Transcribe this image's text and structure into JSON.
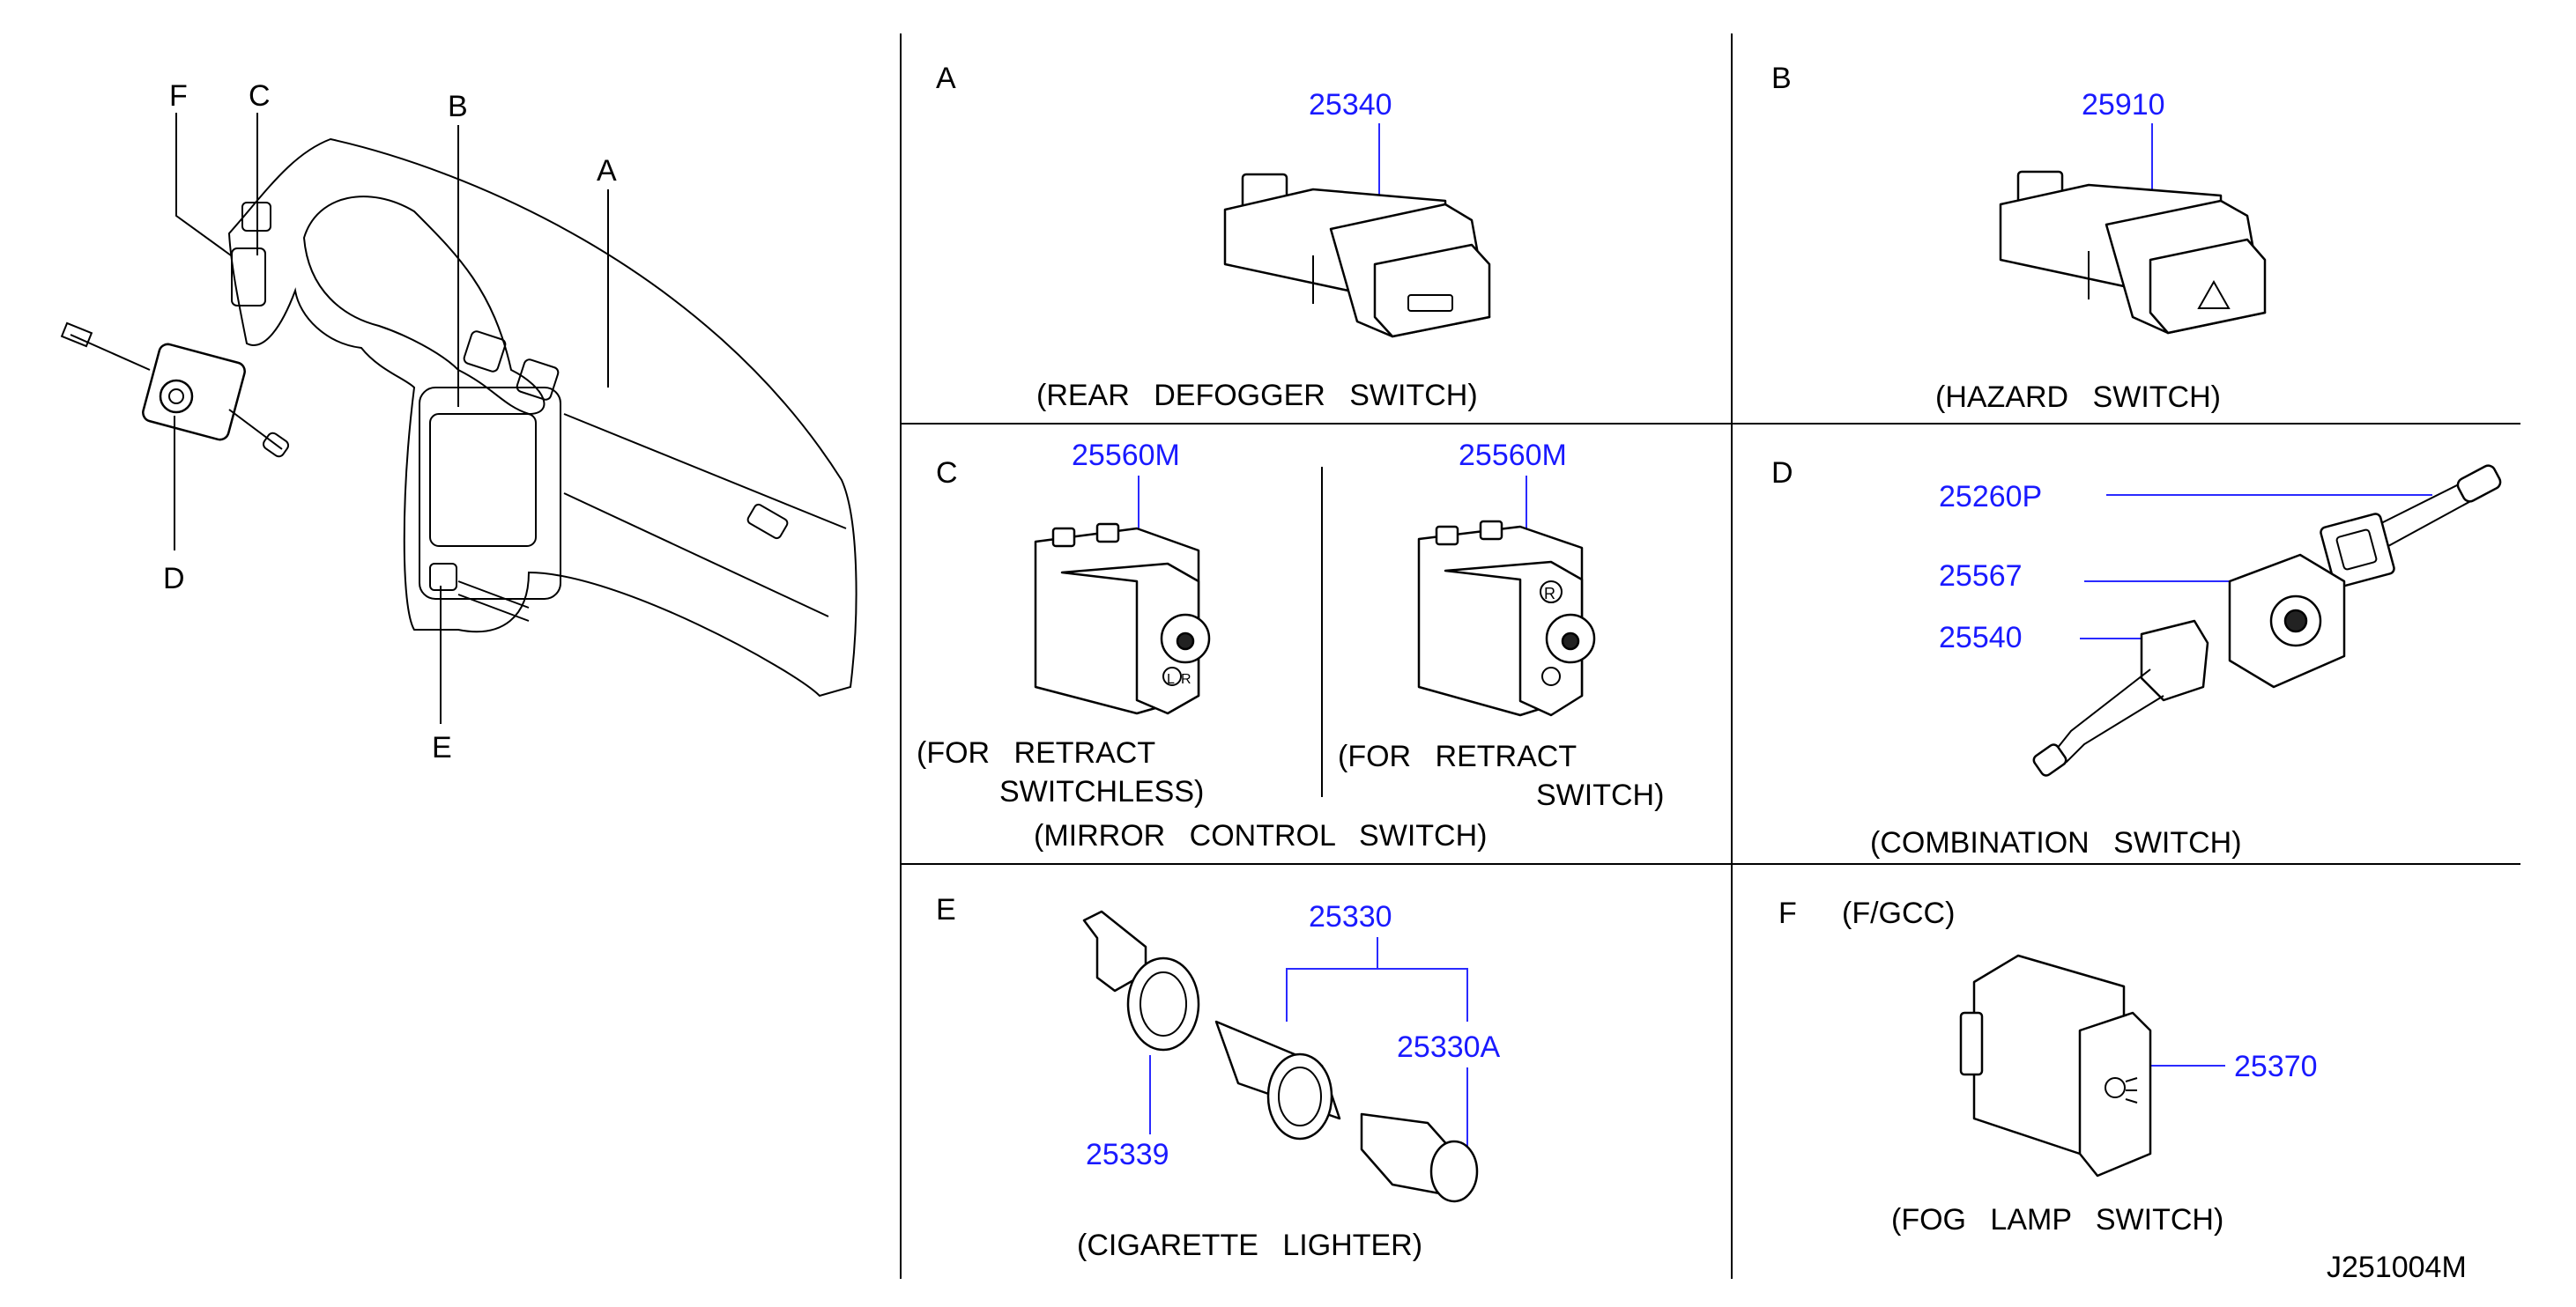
{
  "overview": {
    "callouts": {
      "F": "F",
      "C": "C",
      "B": "B",
      "A": "A",
      "D": "D",
      "E": "E"
    }
  },
  "panels": {
    "A": {
      "letter": "A",
      "part": "25340",
      "caption": "(REAR  DEFOGGER  SWITCH)"
    },
    "B": {
      "letter": "B",
      "part": "25910",
      "caption": "(HAZARD  SWITCH)"
    },
    "C": {
      "letter": "C",
      "part_left": "25560M",
      "part_right": "25560M",
      "sub_left_1": "(FOR  RETRACT",
      "sub_left_2": "SWITCHLESS)",
      "sub_right_1": "(FOR  RETRACT",
      "sub_right_2": "SWITCH)",
      "caption": "(MIRROR  CONTROL  SWITCH)"
    },
    "D": {
      "letter": "D",
      "parts": [
        "25260P",
        "25567",
        "25540"
      ],
      "caption": "(COMBINATION  SWITCH)"
    },
    "E": {
      "letter": "E",
      "parts": [
        "25330",
        "25330A",
        "25339"
      ],
      "caption": "(CIGARETTE  LIGHTER)"
    },
    "F": {
      "letter": "F",
      "qualifier": "(F/GCC)",
      "part": "25370",
      "caption": "(FOG  LAMP  SWITCH)"
    }
  },
  "drawing_code": "J251004M",
  "colors": {
    "part_number": "#1a1aff",
    "line": "#000000"
  }
}
